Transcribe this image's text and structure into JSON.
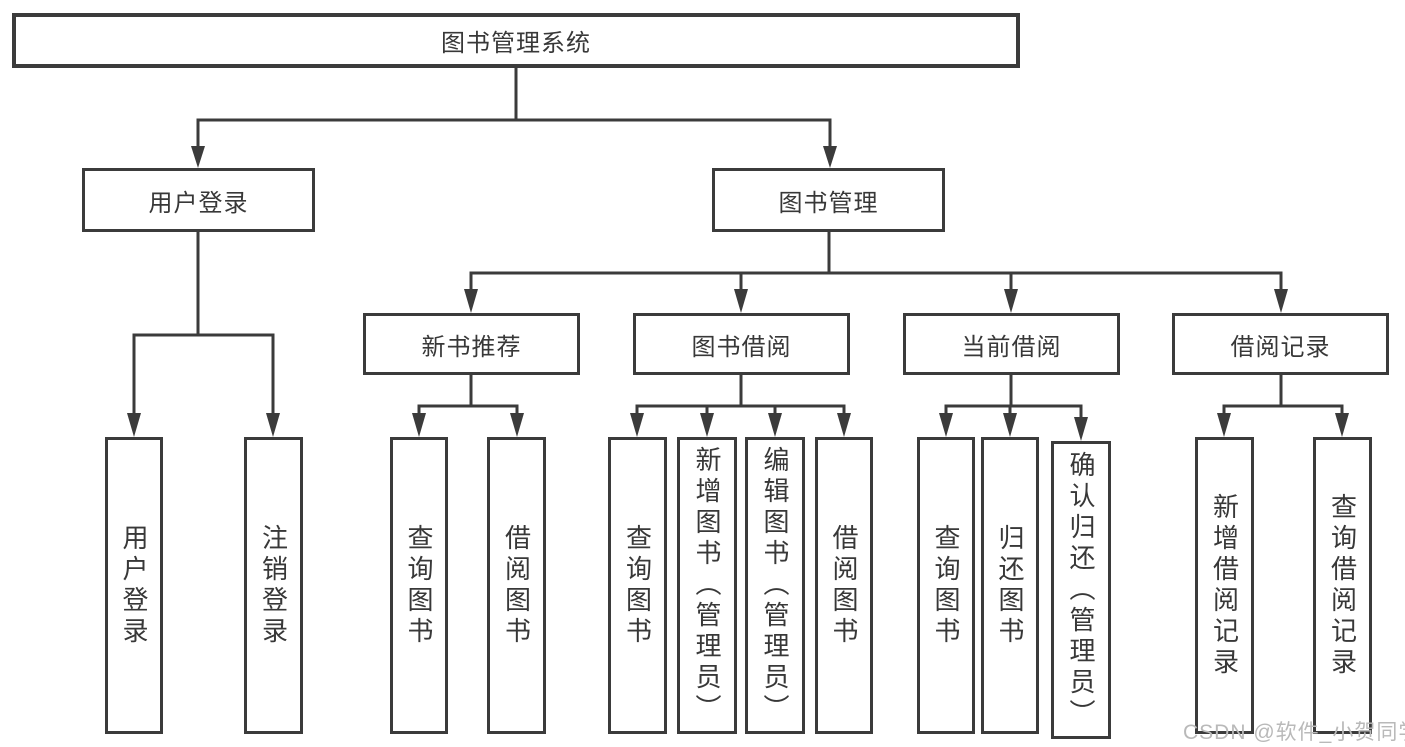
{
  "tree": {
    "root": {
      "label": "图书管理系统"
    },
    "level2": [
      {
        "label": "用户登录",
        "children": [
          {
            "label": "用户登录"
          },
          {
            "label": "注销登录"
          }
        ]
      },
      {
        "label": "图书管理",
        "children": [
          {
            "label": "新书推荐",
            "children": [
              {
                "label": "查询图书"
              },
              {
                "label": "借阅图书"
              }
            ]
          },
          {
            "label": "图书借阅",
            "children": [
              {
                "label": "查询图书"
              },
              {
                "label": "新增图书（管理员）"
              },
              {
                "label": "编辑图书（管理员）"
              },
              {
                "label": "借阅图书"
              }
            ]
          },
          {
            "label": "当前借阅",
            "children": [
              {
                "label": "查询图书"
              },
              {
                "label": "归还图书"
              },
              {
                "label": "确认归还（管理员）"
              }
            ]
          },
          {
            "label": "借阅记录",
            "children": [
              {
                "label": "新增借阅记录"
              },
              {
                "label": "查询借阅记录"
              }
            ]
          }
        ]
      }
    ]
  },
  "watermark": {
    "text": "CSDN @软件_小贺同学"
  },
  "colors": {
    "line": "#3b3b3b",
    "text": "#383838",
    "watermark": "#b9b9b9",
    "background": "#ffffff"
  }
}
